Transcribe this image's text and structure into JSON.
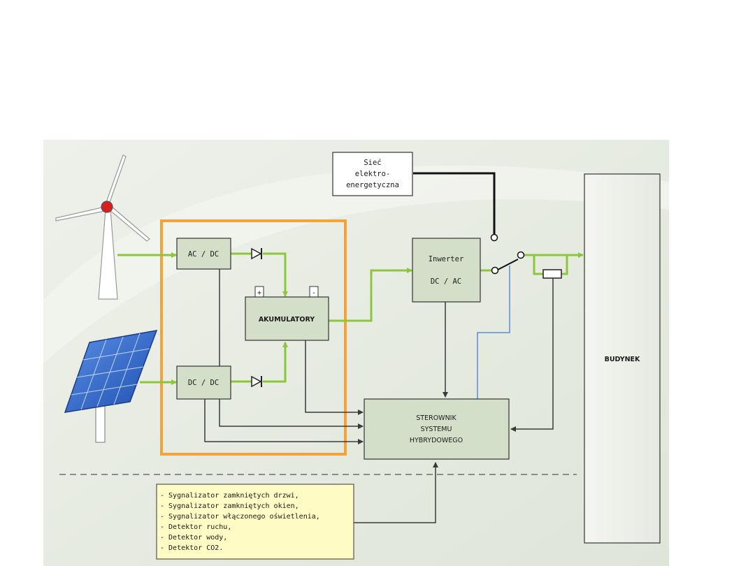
{
  "blocks": {
    "grid": {
      "lines": [
        "Sieć",
        "elektro-",
        "energetyczna"
      ]
    },
    "acdc": {
      "label": "AC / DC"
    },
    "dcdc": {
      "label": "DC / DC"
    },
    "battery": {
      "label": "AKUMULATORY",
      "plus": "+",
      "minus": "-"
    },
    "inverter": {
      "line1": "Inwerter",
      "line2": "DC / AC"
    },
    "controller": {
      "lines": [
        "STEROWNIK",
        "SYSTEMU",
        "HYBRYDOWEGO"
      ]
    },
    "building": {
      "label": "BUDYNEK"
    }
  },
  "sensors": {
    "items": [
      "- Sygnalizator zamkniętych drzwi,",
      "- Sygnalizator zamkniętych okien,",
      "- Sygnalizator włączonego oświetlenia,",
      "- Detektor ruchu,",
      "- Detektor wody,",
      "- Detektor CO2."
    ]
  },
  "colors": {
    "panel_bg": "#e3e8dc",
    "block_fill": "#d4dfc9",
    "power_line": "#8cc63f",
    "signal_line": "#3a3a3a",
    "grid_line": "#111111",
    "feedback_line": "#5b8bd6",
    "hybrid_box": "#f3a33a",
    "sensor_note": "#fffbc4",
    "solar_panel": "#2f63c6",
    "rotor_hub": "#d81e1e"
  }
}
